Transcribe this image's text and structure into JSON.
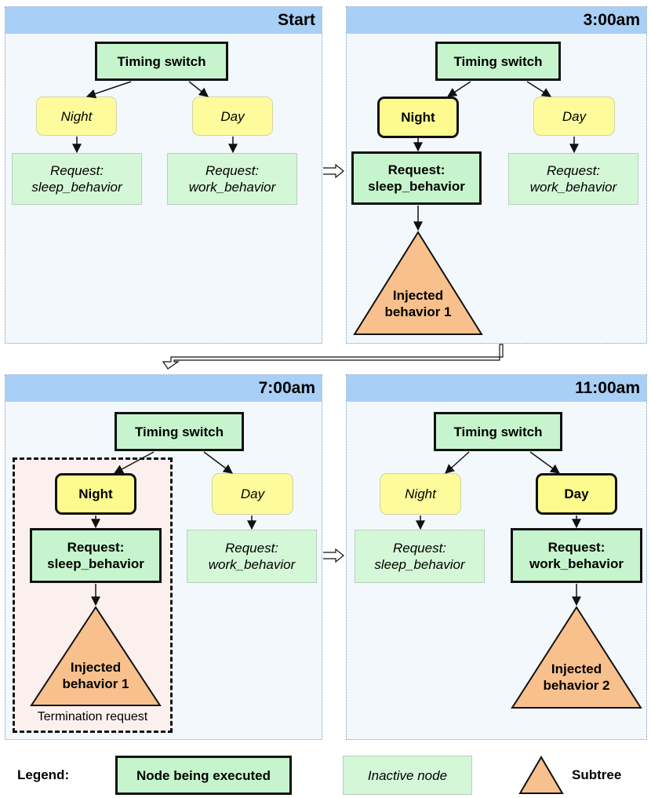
{
  "panels": {
    "start": {
      "header": "Start",
      "root": "Timing switch",
      "left": "Night",
      "right": "Day",
      "req_left": [
        "Request:",
        "sleep_behavior"
      ],
      "req_right": [
        "Request:",
        "work_behavior"
      ]
    },
    "p3am": {
      "header": "3:00am",
      "root": "Timing switch",
      "left": "Night",
      "right": "Day",
      "req_left": [
        "Request:",
        "sleep_behavior"
      ],
      "req_right": [
        "Request:",
        "work_behavior"
      ],
      "subtree": [
        "Injected",
        "behavior 1"
      ]
    },
    "p7am": {
      "header": "7:00am",
      "root": "Timing switch",
      "left": "Night",
      "right": "Day",
      "req_left": [
        "Request:",
        "sleep_behavior"
      ],
      "req_right": [
        "Request:",
        "work_behavior"
      ],
      "subtree": [
        "Injected",
        "behavior 1"
      ],
      "termination": "Termination request"
    },
    "p11am": {
      "header": "11:00am",
      "root": "Timing switch",
      "left": "Night",
      "right": "Day",
      "req_left": [
        "Request:",
        "sleep_behavior"
      ],
      "req_right": [
        "Request:",
        "work_behavior"
      ],
      "subtree": [
        "Injected",
        "behavior 2"
      ]
    }
  },
  "legend": {
    "title": "Legend:",
    "executed": "Node being executed",
    "inactive": "Inactive node",
    "subtree": "Subtree"
  },
  "colors": {
    "header": "#a8cff5",
    "panel_bg": "#f3f8fd",
    "green_node": "#c6f5cd",
    "yellow_node": "#fdfb8e",
    "subtree": "#f8c08c",
    "termination_bg": "#fcf0ee"
  }
}
